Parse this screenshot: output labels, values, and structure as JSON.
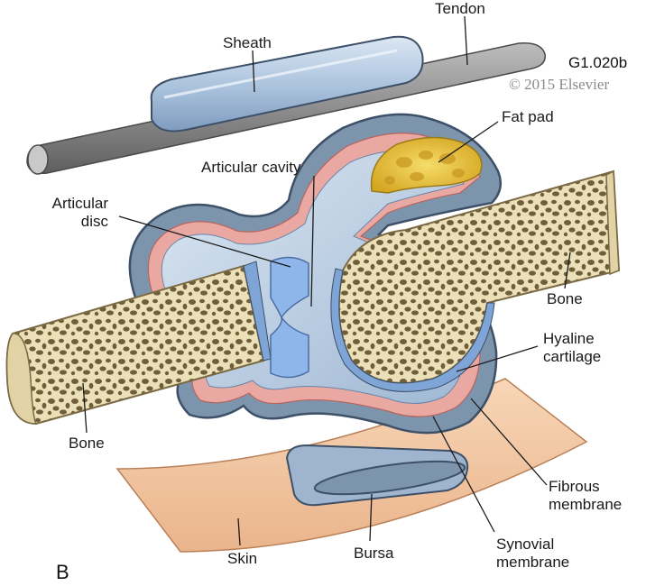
{
  "figure": {
    "panel_letter": "B",
    "code": "G1.020b",
    "copyright": "© 2015 Elsevier"
  },
  "labels": {
    "tendon": "Tendon",
    "sheath": "Sheath",
    "fat_pad": "Fat pad",
    "articular_cavity": "Articular cavity",
    "articular_disc_line1": "Articular",
    "articular_disc_line2": "disc",
    "bone_right": "Bone",
    "bone_left": "Bone",
    "hyaline_line1": "Hyaline",
    "hyaline_line2": "cartilage",
    "fibrous_line1": "Fibrous",
    "fibrous_line2": "membrane",
    "synovial_line1": "Synovial",
    "synovial_line2": "membrane",
    "skin": "Skin",
    "bursa": "Bursa"
  },
  "colors": {
    "bone": "#ece0b8",
    "bone_pore": "#6e5e3a",
    "capsule": "#7d94ad",
    "capsule_edge": "#3d5068",
    "synovial": "#e9a9a2",
    "cavity": "#b9cde2",
    "cartilage": "#7fa4d6",
    "disc": "#8fb6ea",
    "fat": "#e8c440",
    "skin": "#f4c8a2",
    "sheath": "#b8cde4",
    "tendon": "#8c8c8c"
  }
}
